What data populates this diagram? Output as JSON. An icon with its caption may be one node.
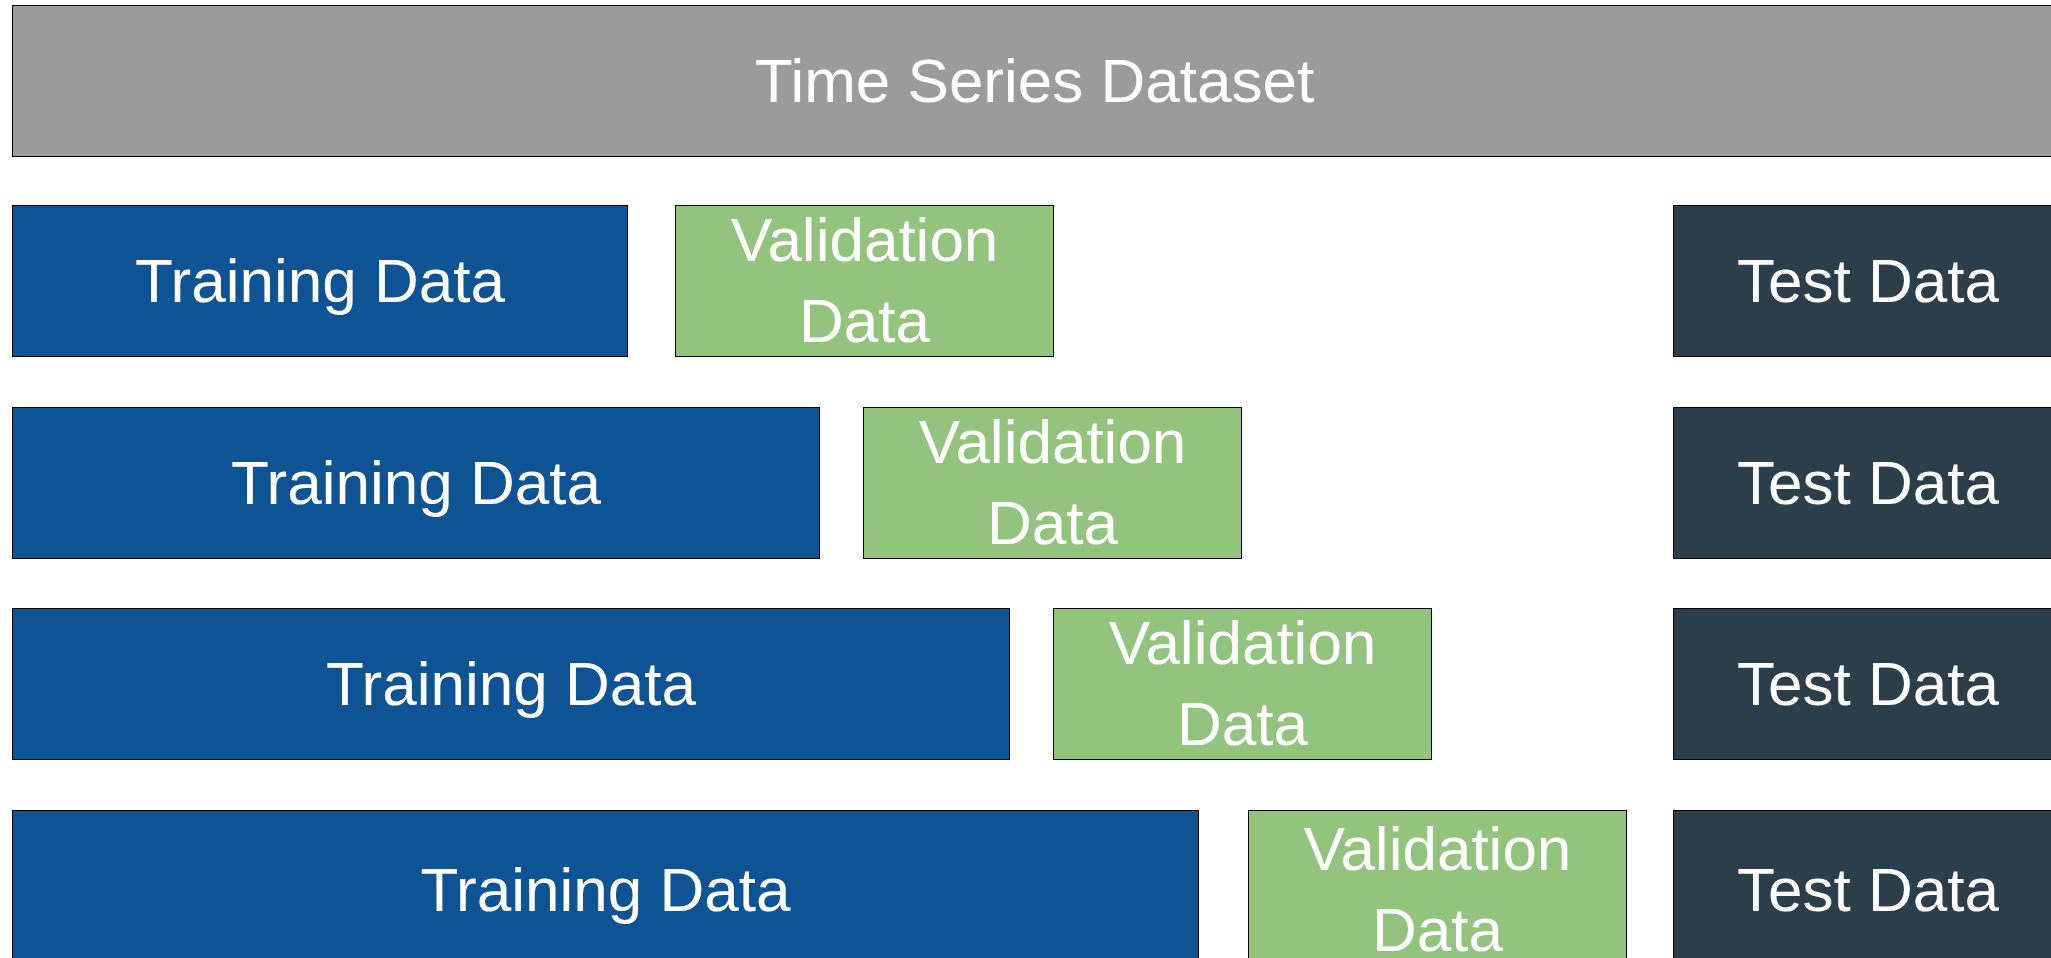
{
  "diagram": {
    "nodes": [
      {
        "text": [
          "Time Series Dataset"
        ]
      },
      {
        "text": [
          "Training Data"
        ]
      },
      {
        "text": [
          "Validation Data"
        ]
      },
      {
        "text": [
          "Test Data"
        ]
      },
      {
        "text": [
          "Training Data"
        ]
      },
      {
        "text": [
          "Validation Data"
        ]
      },
      {
        "text": [
          "Test Data"
        ]
      },
      {
        "text": [
          "Training Data"
        ]
      },
      {
        "text": [
          "Validation Data"
        ]
      },
      {
        "text": [
          "Test Data"
        ]
      },
      {
        "text": [
          "Training Data"
        ]
      },
      {
        "text": [
          "Validation Data"
        ]
      },
      {
        "text": [
          "Test Data"
        ]
      }
    ]
  }
}
